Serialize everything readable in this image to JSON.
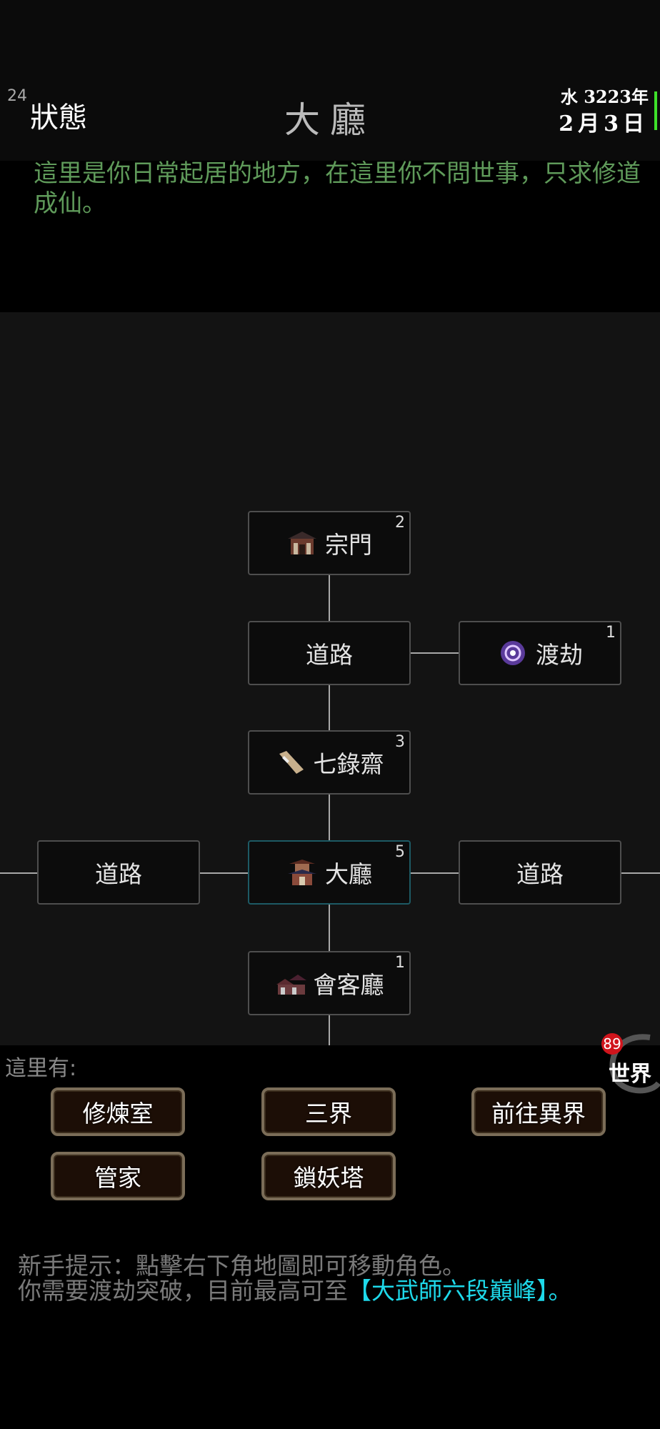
{
  "header": {
    "level": "24",
    "status_label": "狀態",
    "title": "大廳",
    "date_line1": "水 3223年",
    "date_line2": "2月3日"
  },
  "description": "這里是你日常起居的地方，在這里你不問世事，只求修道成仙。",
  "map": {
    "nodes": [
      {
        "label": "宗門",
        "count": "2",
        "icon": "sect-gate-icon"
      },
      {
        "label": "道路",
        "count": ""
      },
      {
        "label": "渡劫",
        "count": "1",
        "icon": "tribulation-orb-icon"
      },
      {
        "label": "七錄齋",
        "count": "3",
        "icon": "scroll-icon"
      },
      {
        "label": "道路",
        "count": ""
      },
      {
        "label": "大廳",
        "count": "5",
        "icon": "hall-building-icon",
        "current": true
      },
      {
        "label": "道路",
        "count": ""
      },
      {
        "label": "會客廳",
        "count": "1",
        "icon": "reception-hall-icon"
      }
    ]
  },
  "here": {
    "label": "這里有:",
    "buttons": [
      "修煉室",
      "三界",
      "前往異界",
      "管家",
      "鎖妖塔"
    ]
  },
  "world": {
    "badge": "89",
    "label": "世界"
  },
  "tips": {
    "line1": "新手提示：點擊右下角地圖即可移動角色。",
    "line2_prefix": "你需要渡劫突破，目前最高可至",
    "line2_highlight": "【大武師六段巔峰】",
    "line2_suffix": "。"
  },
  "colors": {
    "desc_green": "#5f9a5a",
    "highlight_cyan": "#1ed9ea",
    "current_border": "#1d5a64"
  }
}
